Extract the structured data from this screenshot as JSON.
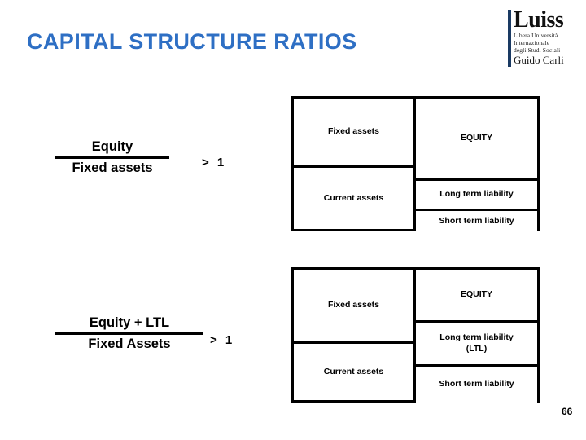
{
  "slide": {
    "title": "CAPITAL STRUCTURE RATIOS",
    "page_number": "66",
    "title_color": "#2E6FC4"
  },
  "logo": {
    "name": "Luiss",
    "line1": "Libera Università",
    "line2": "Internazionale",
    "line3": "degli Studi Sociali",
    "line4": "Guido Carli"
  },
  "ratios": [
    {
      "numerator": "Equity",
      "denominator": "Fixed assets",
      "comparator": "> 1"
    },
    {
      "numerator": "Equity + LTL",
      "denominator": "Fixed Assets",
      "comparator": "> 1"
    }
  ],
  "diagrams": [
    {
      "name": "equity-vs-fixed-assets",
      "assets": [
        {
          "label": "Fixed assets"
        },
        {
          "label": "Current assets"
        }
      ],
      "liabilities": [
        {
          "label": "EQUITY"
        },
        {
          "label": "Long term liability"
        },
        {
          "label": "Short term liability"
        }
      ]
    },
    {
      "name": "equity-plus-ltl-vs-fixed-assets",
      "assets": [
        {
          "label": "Fixed assets"
        },
        {
          "label": "Current assets"
        }
      ],
      "liabilities": [
        {
          "label": "EQUITY"
        },
        {
          "label": "Long term liability\n(LTL)"
        },
        {
          "label": "Short term liability"
        }
      ]
    }
  ]
}
